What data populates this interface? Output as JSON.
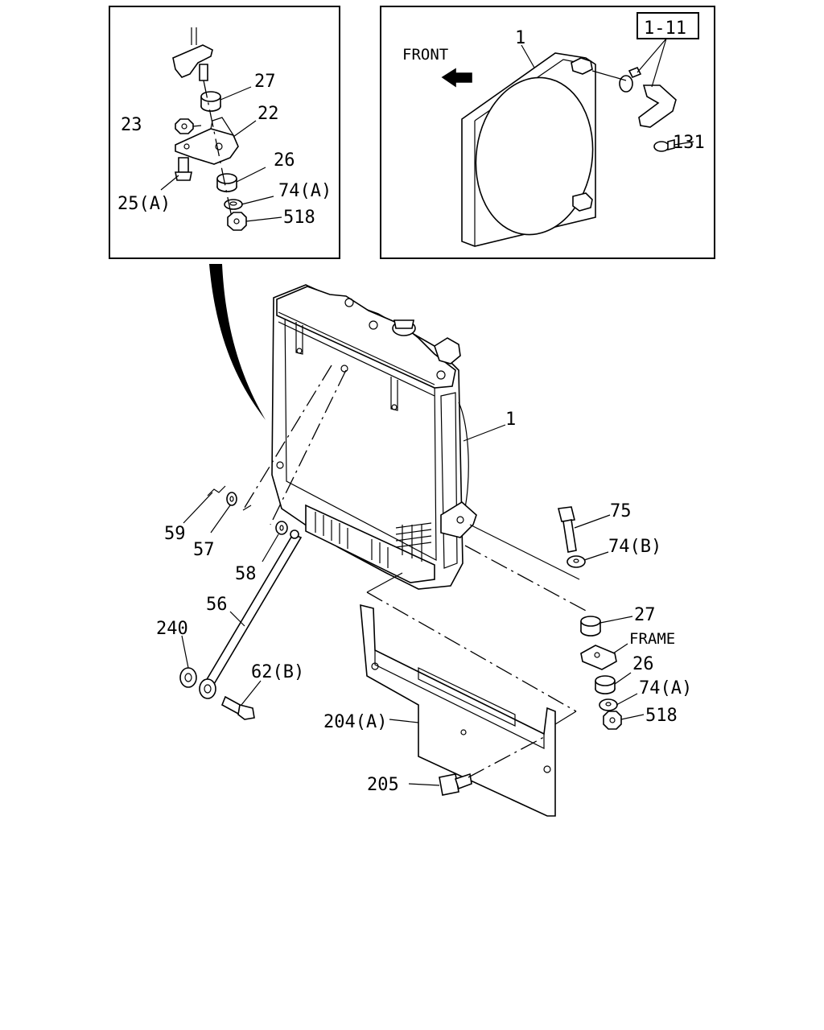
{
  "inset_left": {
    "callouts": [
      "27",
      "23",
      "22",
      "26",
      "25(A)",
      "74(A)",
      "518"
    ]
  },
  "inset_right": {
    "front_label": "FRONT",
    "callouts": [
      "1",
      "1-11",
      "131"
    ]
  },
  "main": {
    "callouts": [
      "1",
      "75",
      "74(B)",
      "59",
      "57",
      "58",
      "56",
      "27",
      "FRAME",
      "26",
      "74(A)",
      "240",
      "62(B)",
      "518",
      "204(A)",
      "205"
    ]
  }
}
